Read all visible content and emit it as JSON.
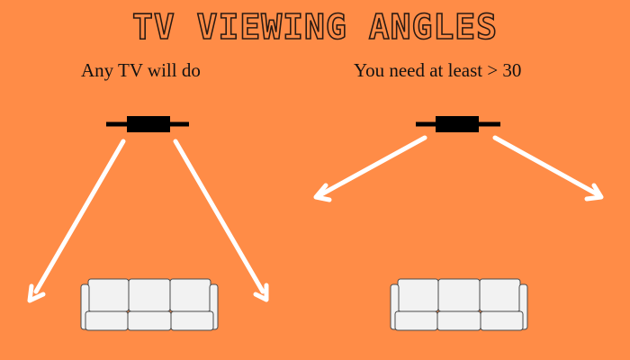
{
  "title": "TV VIEWING ANGLES",
  "panels": [
    {
      "caption": "Any TV will do"
    },
    {
      "caption": "You need at least > 30"
    }
  ],
  "colors": {
    "background": "#FF8C47",
    "arrow": "#FFFFFF",
    "tv": "#000000",
    "sofa_fill": "#F2F2F2",
    "sofa_outline": "#4A4A4A"
  }
}
